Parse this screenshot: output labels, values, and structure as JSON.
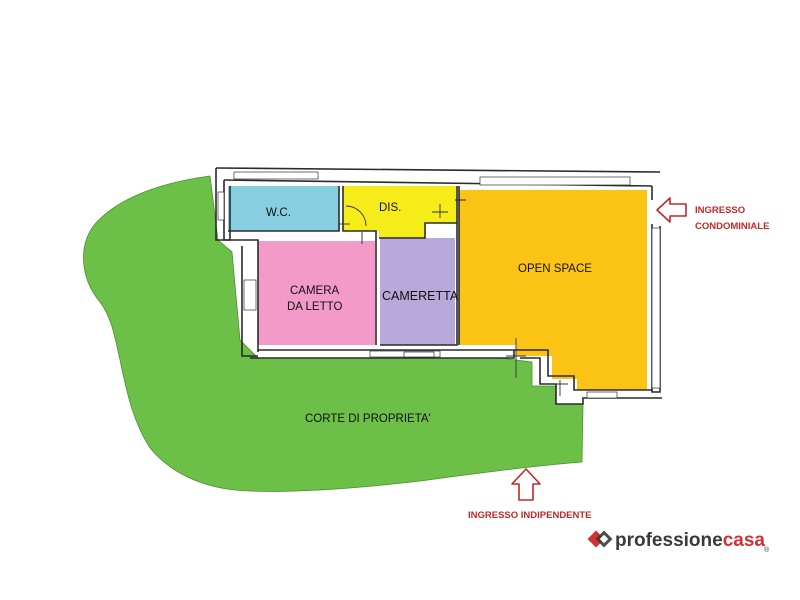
{
  "rooms": {
    "wc": "W.C.",
    "dis": "DIS.",
    "camera_line1": "CAMERA",
    "camera_line2": "DA LETTO",
    "cameretta": "CAMERETTA",
    "open_space": "OPEN SPACE",
    "corte": "CORTE DI PROPRIETA'"
  },
  "callouts": {
    "ingresso_condominiale_line1": "INGRESSO",
    "ingresso_condominiale_line2": "CONDOMINIALE",
    "ingresso_indipendente": "INGRESSO INDIPENDENTE"
  },
  "logo": {
    "part1": "professione",
    "part2": "casa",
    "mark": "®"
  },
  "colors": {
    "garden": "#6cbf47",
    "wc": "#87cee0",
    "dis": "#f5ec1a",
    "camera": "#f49ac8",
    "cameretta": "#b9a9db",
    "open_space": "#fbc313",
    "callout_red": "#c0282a",
    "logo_red": "#d32f35",
    "logo_dark": "#3a3a3a"
  },
  "icons": [
    "arrow-left-icon",
    "arrow-up-icon",
    "professionecasa-logo-icon"
  ]
}
